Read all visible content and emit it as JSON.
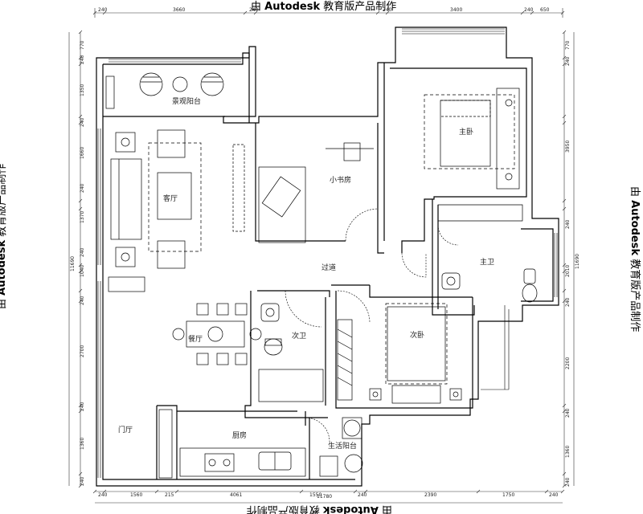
{
  "watermark": {
    "prefix": "由",
    "brand": "Autodesk",
    "suffix": "教育版产品制作"
  },
  "rooms": {
    "view_balcony": "景观阳台",
    "living_room": "客厅",
    "study": "小书房",
    "corridor": "过道",
    "master_bedroom": "主卧",
    "master_bath": "主卫",
    "dining_room": "餐厅",
    "guest_bath": "次卫",
    "second_bedroom": "次卧",
    "kitchen": "厨房",
    "utility_balcony": "生活阳台",
    "entrance": "门厅"
  },
  "dimensions": {
    "top": [
      "240",
      "3660",
      "240",
      "240",
      "3400",
      "240",
      "650"
    ],
    "bottom": [
      "240",
      "1560",
      "215",
      "4061",
      "1550",
      "240",
      "2390",
      "1750",
      "240"
    ],
    "bottom_total": "11780",
    "left": [
      "770",
      "240",
      "1350",
      "240",
      "1660",
      "240",
      "1370",
      "240",
      "1040",
      "240",
      "2700",
      "240",
      "1360",
      "240"
    ],
    "left_total": "11690",
    "right": [
      "770",
      "240",
      "3950",
      "240",
      "2010",
      "240",
      "2200",
      "240",
      "1360",
      "240"
    ],
    "right_total": "11690"
  }
}
